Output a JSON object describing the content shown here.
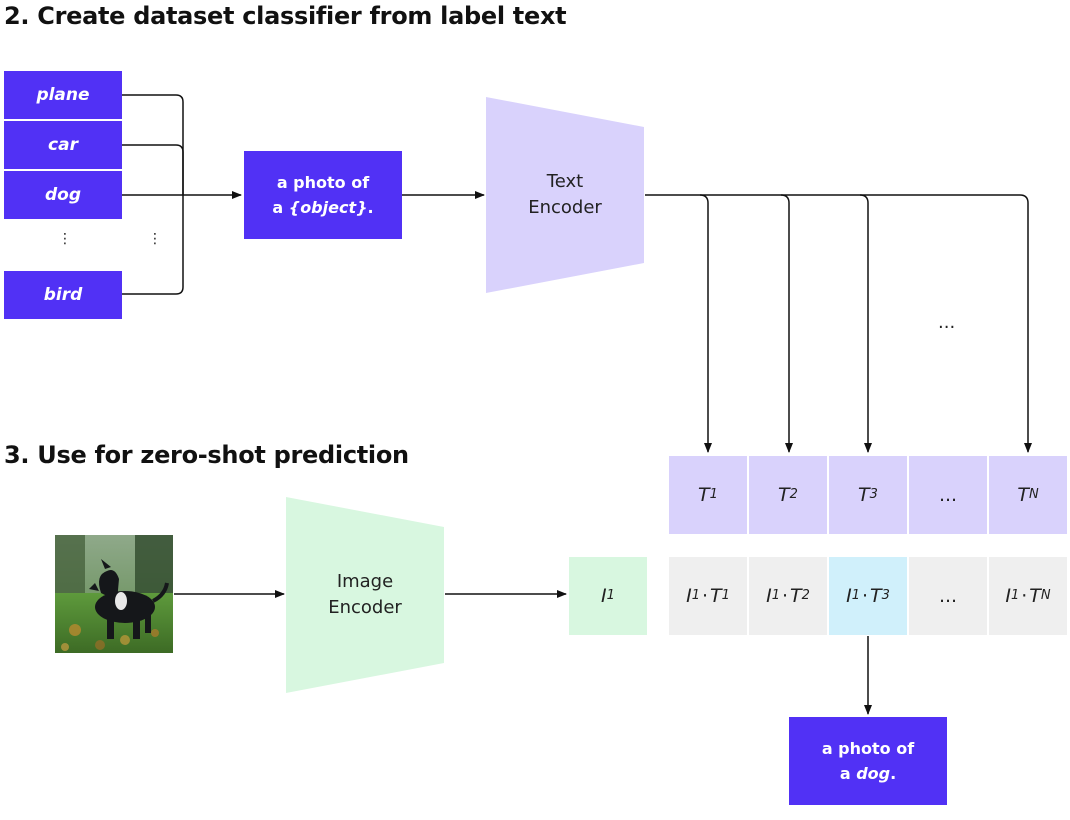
{
  "colors": {
    "purple": "#5131f5",
    "lavender": "#d9d2fc",
    "mint": "#d8f7e0",
    "gray": "#efefef",
    "cyan": "#d0f0fb",
    "line": "#111111"
  },
  "section2": {
    "title": "2. Create dataset classifier from label text",
    "labels": [
      "plane",
      "car",
      "dog",
      "bird"
    ],
    "ellipsis_vertical": "⋮",
    "prompt": {
      "line1": "a photo of",
      "line2_prefix": "a ",
      "line2_object": "{object}",
      "line2_suffix": "."
    },
    "text_encoder": {
      "line1": "Text",
      "line2": "Encoder"
    },
    "dots_between": "..."
  },
  "section3": {
    "title": "3. Use for zero-shot prediction",
    "image_alt": "dog photo",
    "image_encoder": {
      "line1": "Image",
      "line2": "Encoder"
    },
    "image_embedding": {
      "base": "I",
      "sub": "1"
    },
    "text_embeddings": [
      {
        "base": "T",
        "sub": "1"
      },
      {
        "base": "T",
        "sub": "2"
      },
      {
        "base": "T",
        "sub": "3"
      },
      {
        "base": "...",
        "sub": ""
      },
      {
        "base": "T",
        "sub": "N"
      }
    ],
    "products": [
      {
        "a": "I",
        "asub": "1",
        "b": "T",
        "bsub": "1"
      },
      {
        "a": "I",
        "asub": "1",
        "b": "T",
        "bsub": "2"
      },
      {
        "a": "I",
        "asub": "1",
        "b": "T",
        "bsub": "3"
      },
      {
        "a": "...",
        "asub": "",
        "b": "",
        "bsub": ""
      },
      {
        "a": "I",
        "asub": "1",
        "b": "T",
        "bsub": "N"
      }
    ],
    "highlight_index": 2,
    "result": {
      "line1": "a photo of",
      "line2_prefix": "a ",
      "line2_object": "dog",
      "line2_suffix": "."
    }
  }
}
